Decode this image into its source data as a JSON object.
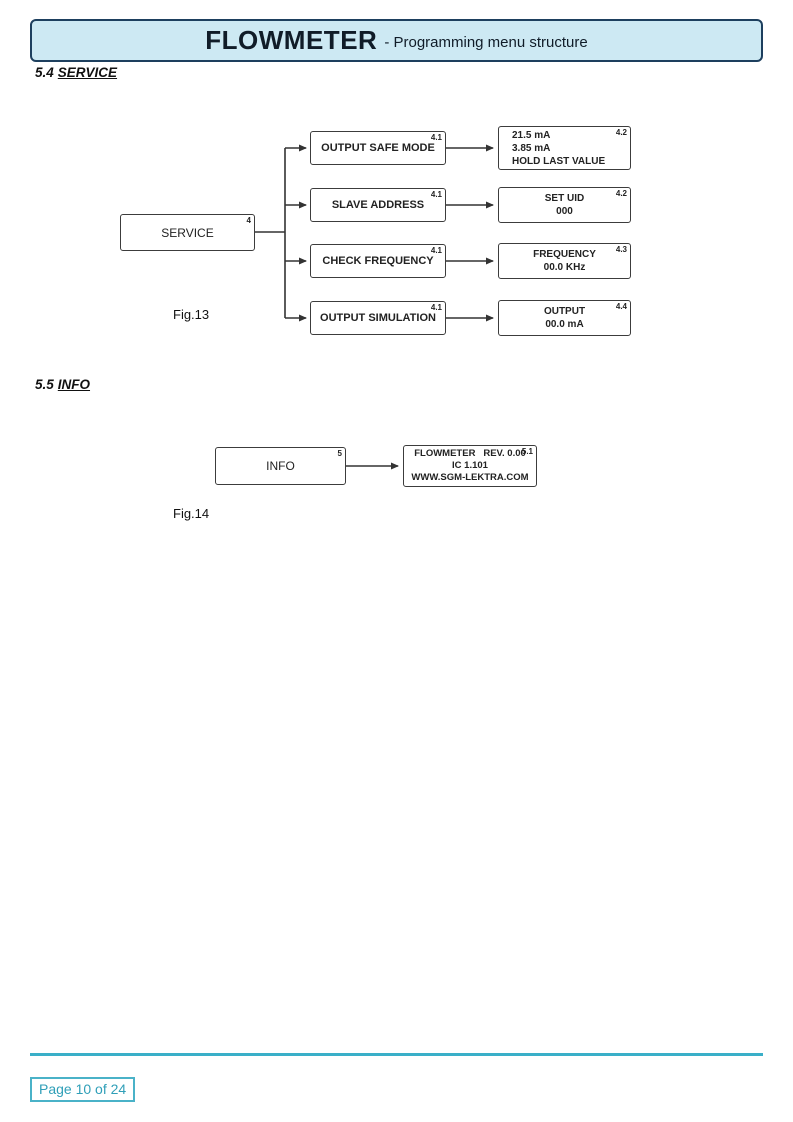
{
  "header": {
    "title": "FLOWMETER",
    "subtitle": "- Programming menu structure"
  },
  "sections": {
    "s54": {
      "number": "5.4",
      "title": "SERVICE"
    },
    "s55": {
      "number": "5.5",
      "title": "INFO"
    }
  },
  "fig13": {
    "caption": "Fig.13",
    "root": {
      "label": "SERVICE",
      "ref": "4"
    },
    "menu": [
      {
        "label": "OUTPUT SAFE MODE",
        "ref": "4.1",
        "result": {
          "ref": "4.2",
          "lines": [
            "21.5 mA",
            "3.85 mA",
            "HOLD LAST VALUE"
          ]
        }
      },
      {
        "label": "SLAVE ADDRESS",
        "ref": "4.1",
        "result": {
          "ref": "4.2",
          "lines": [
            "SET UID",
            "000"
          ]
        }
      },
      {
        "label": "CHECK FREQUENCY",
        "ref": "4.1",
        "result": {
          "ref": "4.3",
          "lines": [
            "FREQUENCY",
            "00.0 KHz"
          ]
        }
      },
      {
        "label": "OUTPUT SIMULATION",
        "ref": "4.1",
        "result": {
          "ref": "4.4",
          "lines": [
            "OUTPUT",
            "00.0 mA"
          ]
        }
      }
    ]
  },
  "fig14": {
    "caption": "Fig.14",
    "root": {
      "label": "INFO",
      "ref": "5"
    },
    "result": {
      "ref": "5.1",
      "lines": [
        "FLOWMETER   REV. 0.00",
        "IC 1.101",
        "WWW.SGM-LEKTRA.COM"
      ]
    }
  },
  "footer": {
    "page_label": "Page 10 of 24"
  }
}
